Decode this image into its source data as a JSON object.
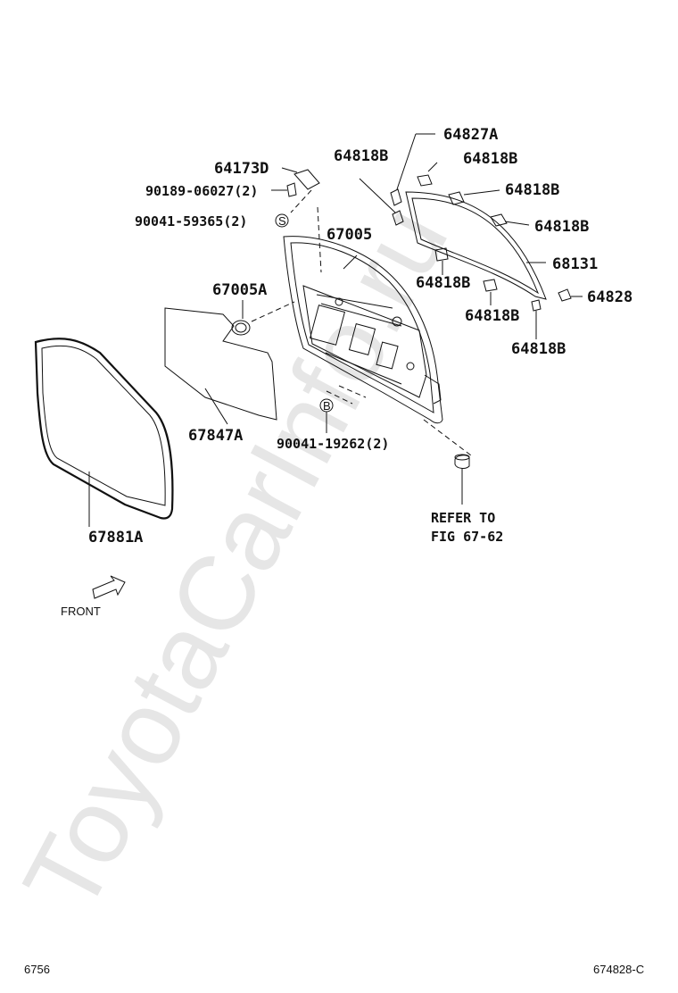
{
  "watermark": "ToyotaCarInfo.ru",
  "parts": {
    "p64827A": "64827A",
    "p64818B_a": "64818B",
    "p64818B_b": "64818B",
    "p64818B_c": "64818B",
    "p64818B_d": "64818B",
    "p64818B_e": "64818B",
    "p64818B_f": "64818B",
    "p64818B_g": "64818B",
    "p64173D": "64173D",
    "p90189": "90189-06027(2)",
    "p90041a": "90041-59365(2)",
    "p67005": "67005",
    "p68131": "68131",
    "p67005A": "67005A",
    "p64828": "64828",
    "p67847A": "67847A",
    "p90041b": "90041-19262(2)",
    "p67881A": "67881A"
  },
  "callouts": {
    "s": "S",
    "b": "B"
  },
  "refer": {
    "line1": "REFER TO",
    "line2": "FIG 67-62"
  },
  "front_label": "FRONT",
  "footer": {
    "left": "6756",
    "right": "674828-C"
  }
}
